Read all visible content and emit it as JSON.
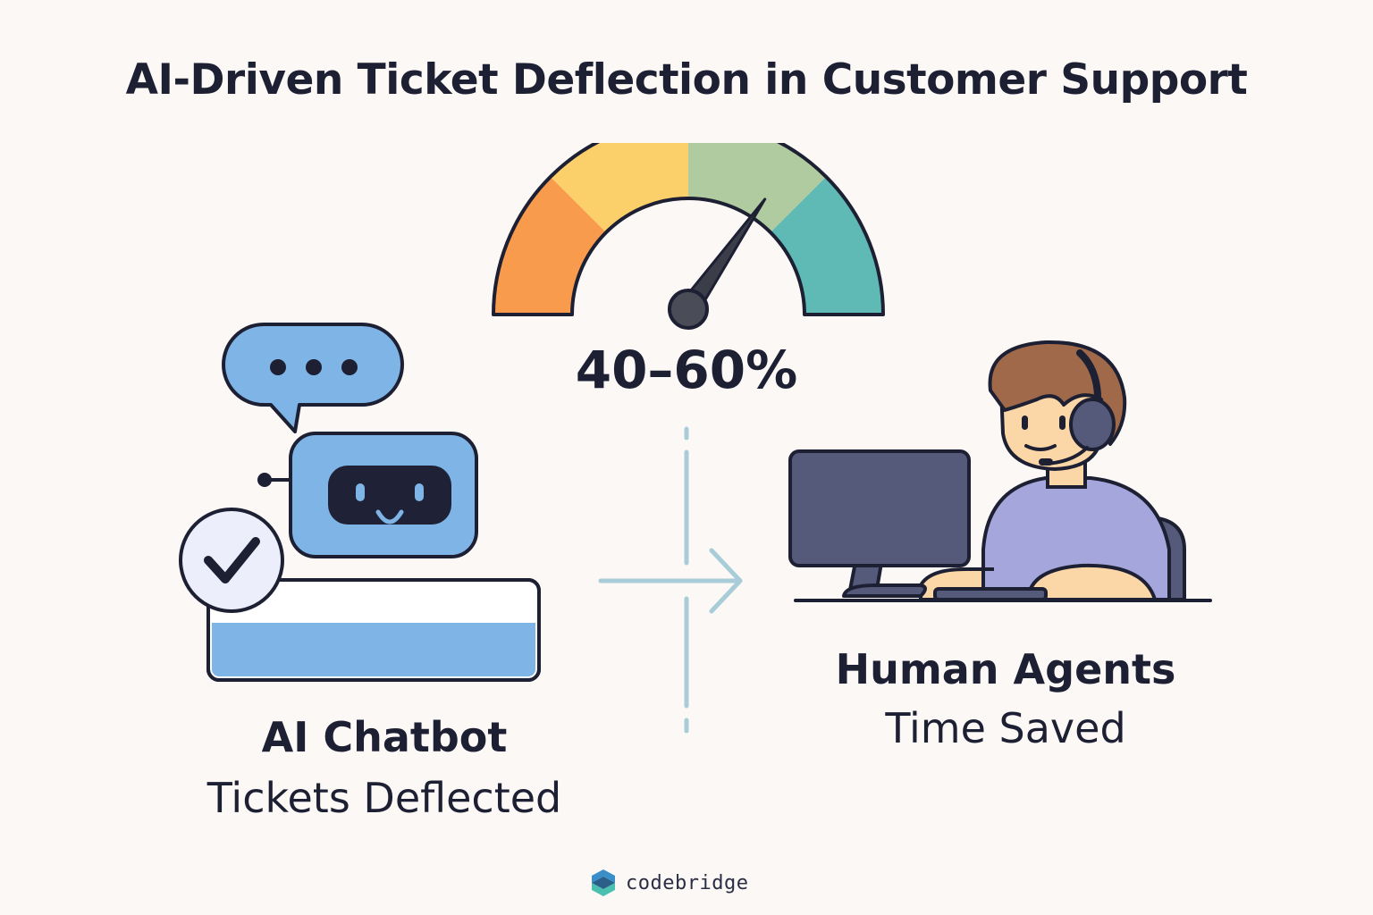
{
  "title": "AI-Driven Ticket Deflection in Customer Support",
  "gauge": {
    "value_label": "40–60%",
    "needle_level": 0.5,
    "segment_colors": [
      "#f99b4d",
      "#fbd06a",
      "#b0cba0",
      "#5fb9b4"
    ]
  },
  "left": {
    "title": "AI Chatbot",
    "subtitle": "Tickets Deflected",
    "icons": [
      "speech-bubble-icon",
      "robot-icon",
      "checkmark-icon",
      "ticket-icon"
    ]
  },
  "right": {
    "title": "Human Agents",
    "subtitle": "Time Saved",
    "icons": [
      "agent-headset-icon",
      "monitor-icon"
    ]
  },
  "brand": {
    "name": "codebridge"
  },
  "colors": {
    "outline": "#1d1f33",
    "bot_blue": "#7fb4e6",
    "arrow": "#a8cdd8",
    "shirt": "#a5a6dc",
    "monitor": "#555a7a",
    "hair": "#a0694a",
    "skin": "#fbd6a6"
  }
}
